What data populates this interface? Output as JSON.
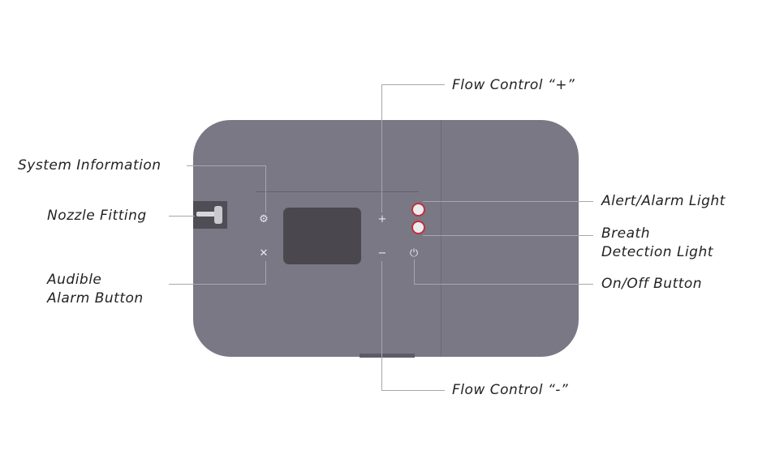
{
  "labels": {
    "system_information": "System Information",
    "nozzle_fitting": "Nozzle Fitting",
    "audible_alarm_line1": "Audible",
    "audible_alarm_line2": "Alarm Button",
    "flow_plus": "Flow Control “+”",
    "flow_minus": "Flow Control “-”",
    "alert_alarm_light": "Alert/Alarm Light",
    "breath_line1": "Breath",
    "breath_line2": "Detection Light",
    "on_off": "On/Off Button"
  },
  "device": {
    "body_color": "#7a7884",
    "screen_color": "#4a484e",
    "indicator_color": "#c0303c",
    "buttons": {
      "plus": "+",
      "minus": "−",
      "power_icon": "power-icon",
      "gear_icon": "gear-icon",
      "alarm_icon": "alarm-mute-icon"
    }
  }
}
